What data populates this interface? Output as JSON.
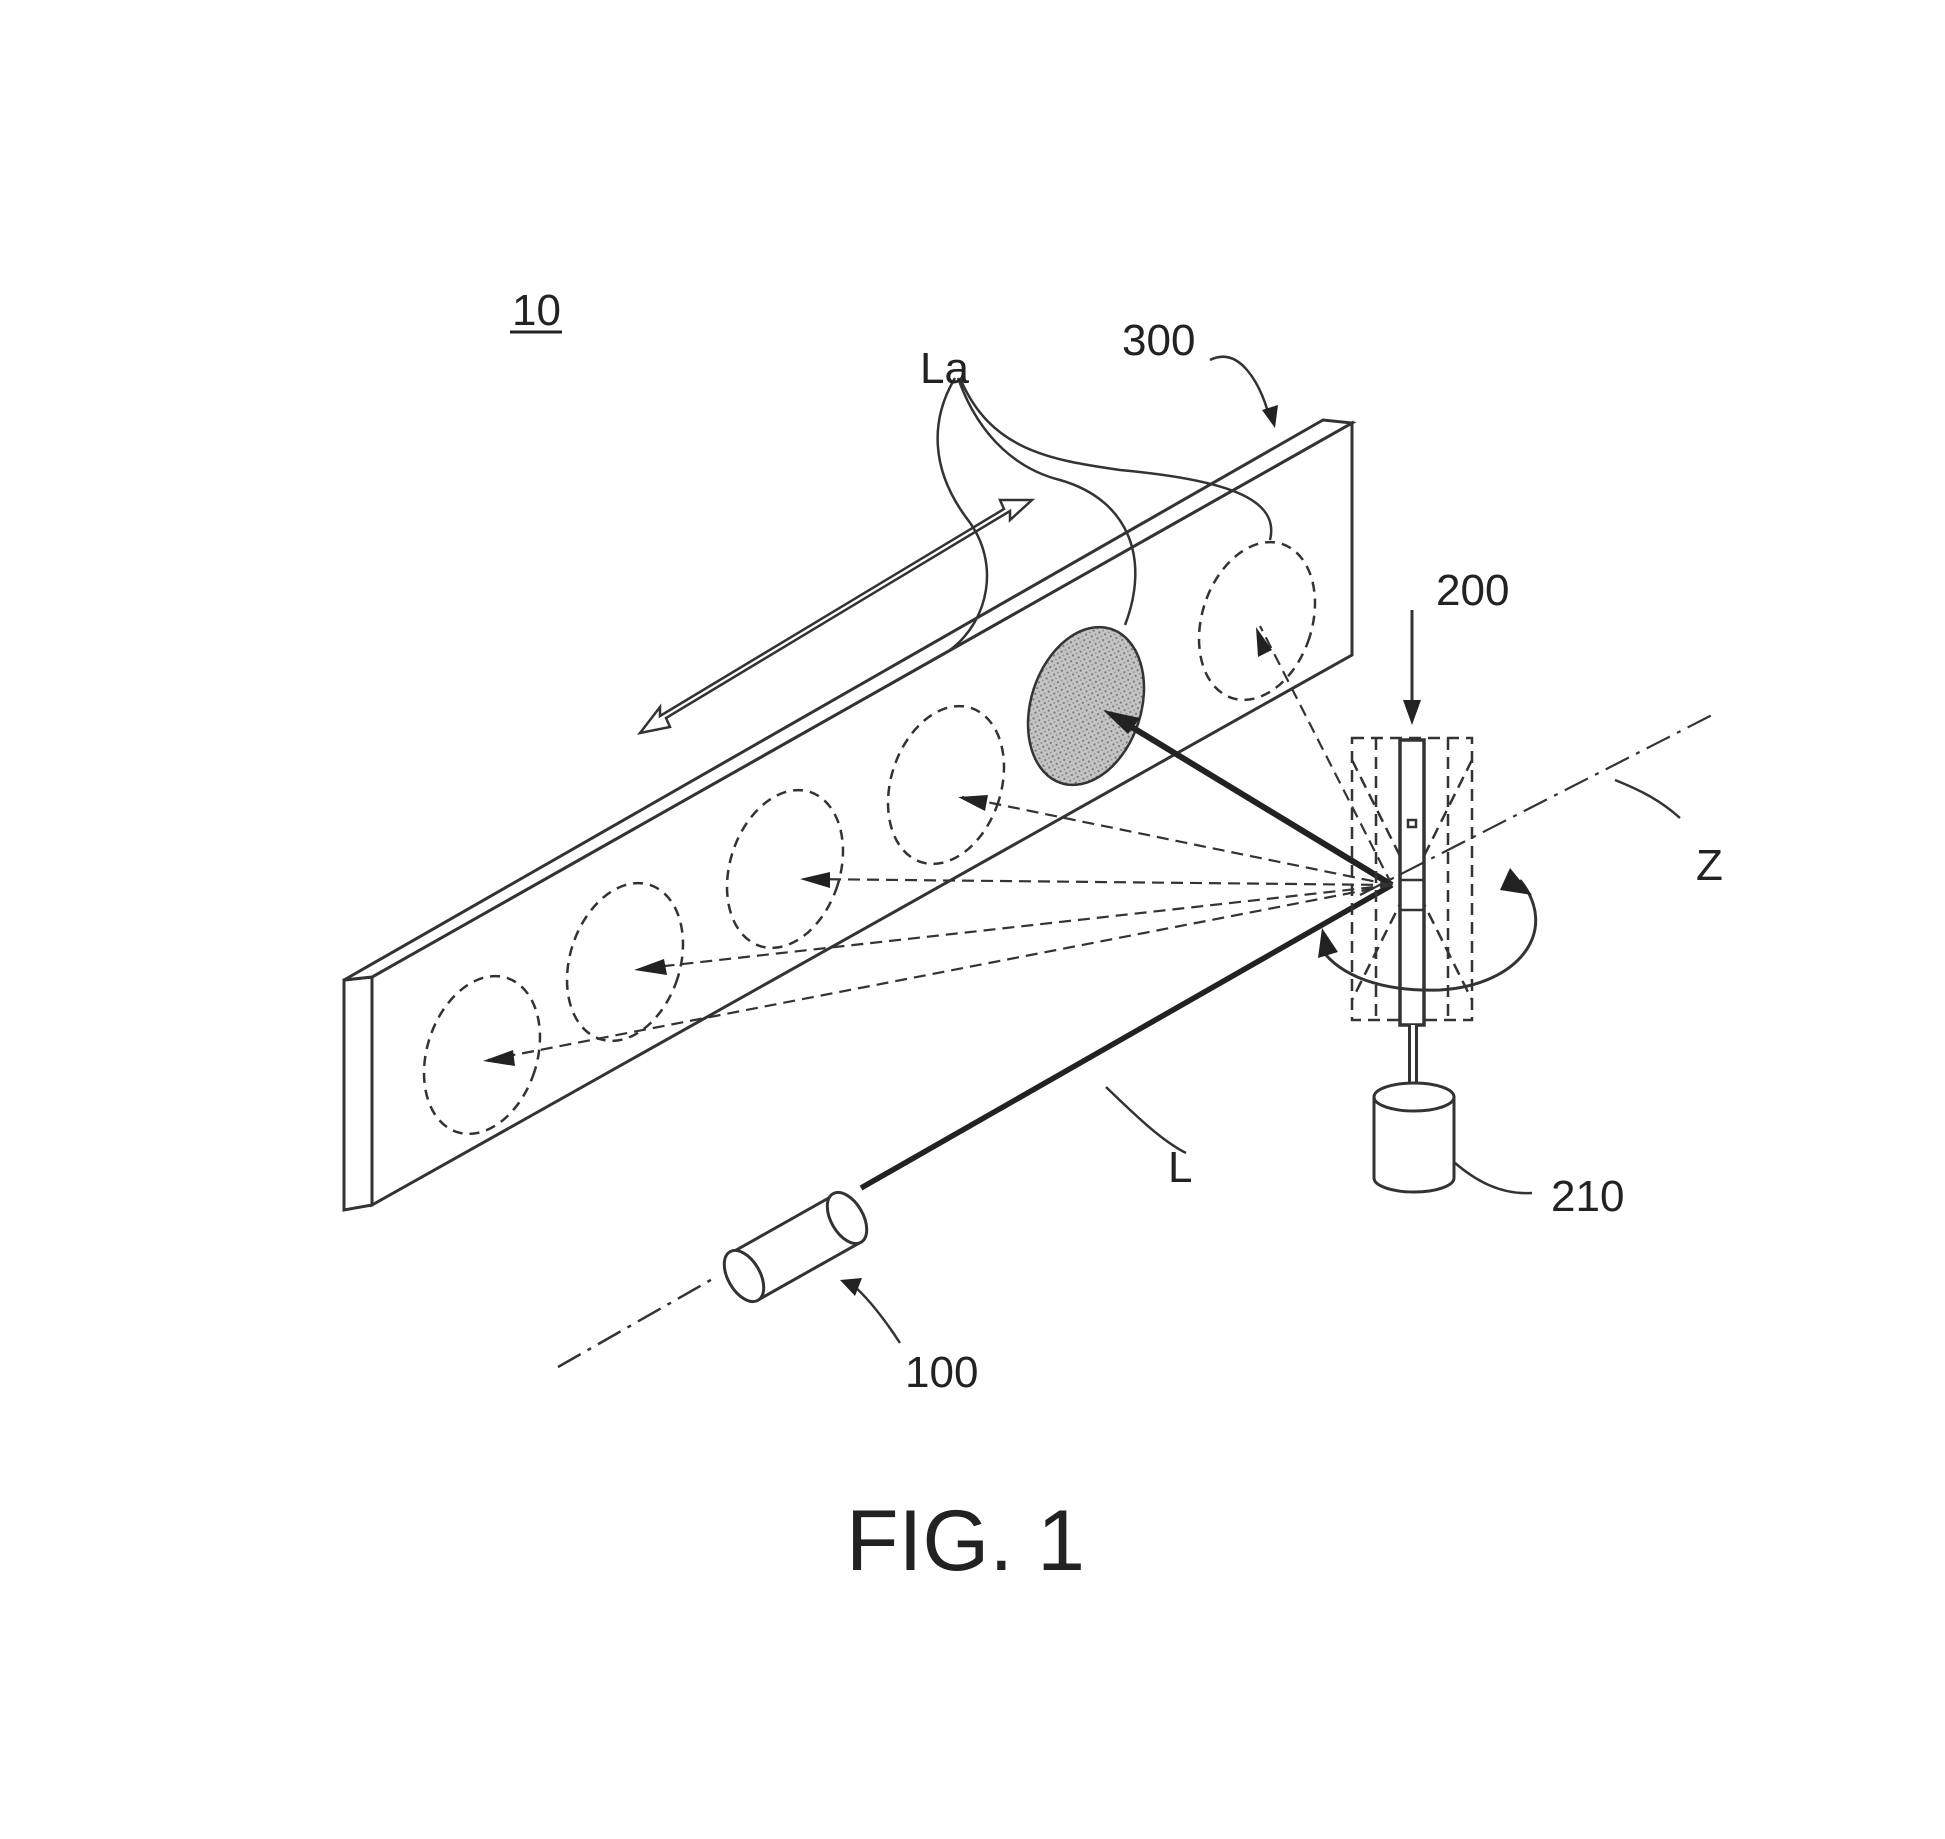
{
  "figure": {
    "device_ref": "10",
    "screen_ref": "300",
    "spot_label": "La",
    "mirror_ref": "200",
    "axis_label": "Z",
    "motor_ref": "210",
    "beam_label": "L",
    "laser_ref": "100",
    "caption": "FIG. 1"
  },
  "colors": {
    "ink": "#333333",
    "shaded_spot": "#b4b4b4",
    "background": "#ffffff"
  }
}
